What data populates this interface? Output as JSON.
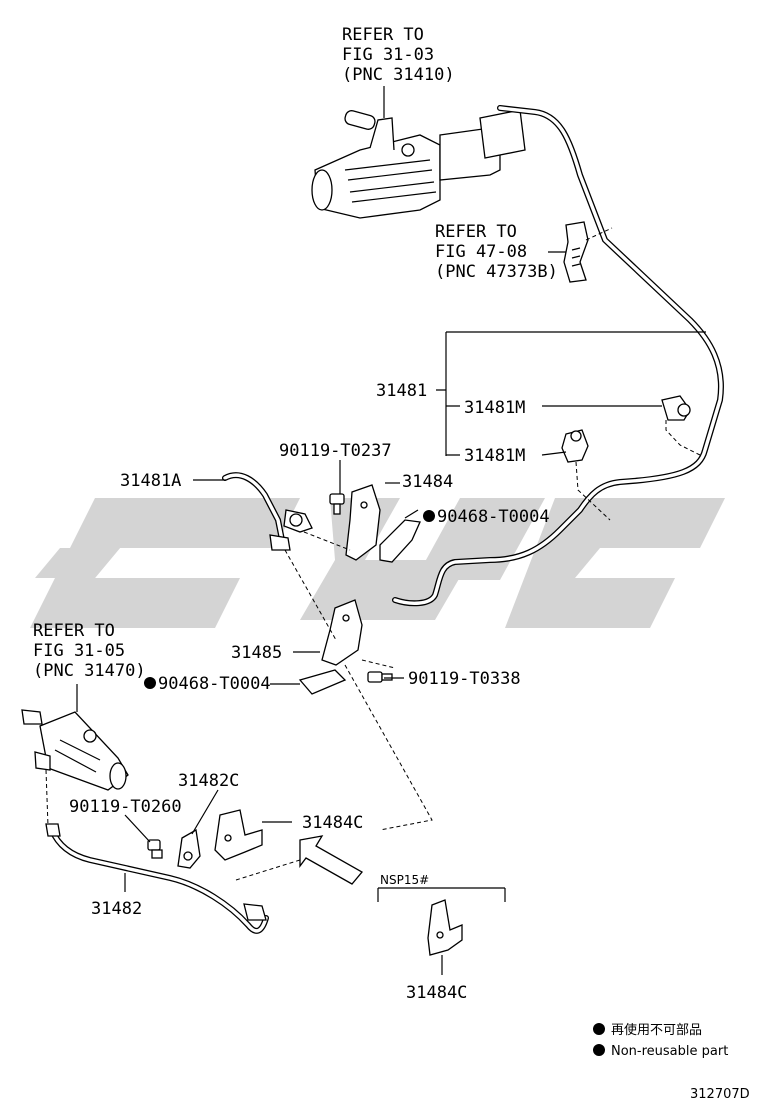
{
  "diagram_id": "312707D",
  "references": [
    {
      "line1": "REFER TO",
      "line2": "FIG 31-03",
      "line3": "(PNC 31410)"
    },
    {
      "line1": "REFER TO",
      "line2": "FIG 47-08",
      "line3": "(PNC 47373B)"
    },
    {
      "line1": "REFER TO",
      "line2": "FIG 31-05",
      "line3": "(PNC 31470)"
    }
  ],
  "parts": {
    "p31481": "31481",
    "p31481M_a": "31481M",
    "p31481M_b": "31481M",
    "p90119_T0237": "90119-T0237",
    "p31481A": "31481A",
    "p31484": "31484",
    "p90468_T0004_a": "90468-T0004",
    "p31485": "31485",
    "p90468_T0004_b": "90468-T0004",
    "p90119_T0338": "90119-T0338",
    "p31482C": "31482C",
    "p90119_T0260": "90119-T0260",
    "p31484C_a": "31484C",
    "p31482": "31482",
    "p31484C_b": "31484C"
  },
  "variant_label": "NSP15#",
  "legend": [
    {
      "text": "再使用不可部品"
    },
    {
      "text": "Non-reusable part"
    }
  ],
  "colors": {
    "line": "#000000",
    "watermark": "#d4d4d4",
    "background": "#ffffff"
  }
}
